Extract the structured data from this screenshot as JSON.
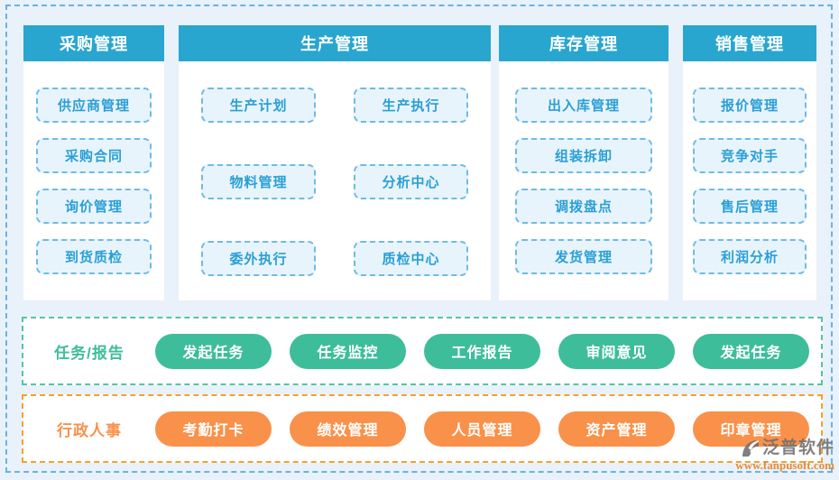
{
  "canvas": {
    "background": "#e9f1fa",
    "outer_border_color": "#69b3e2"
  },
  "modules": {
    "header_color": "#29a6cf",
    "item_fill": "#e8f4fb",
    "item_border": "#6fbbe4",
    "item_text_color": "#2a9fd6",
    "columns": [
      {
        "title": "采购管理",
        "items": [
          "供应商管理",
          "采购合同",
          "询价管理",
          "到货质检"
        ]
      },
      {
        "title": "生产管理",
        "items": [
          "生产计划",
          "生产执行",
          "物料管理",
          "分析中心",
          "委外执行",
          "质检中心"
        ]
      },
      {
        "title": "库存管理",
        "items": [
          "出入库管理",
          "组装拆卸",
          "调拨盘点",
          "发货管理"
        ]
      },
      {
        "title": "销售管理",
        "items": [
          "报价管理",
          "竞争对手",
          "售后管理",
          "利润分析"
        ]
      }
    ]
  },
  "task_section": {
    "label": "任务/报告",
    "accent": "#3ebd9b",
    "border_color": "#55c5a2",
    "buttons": [
      "发起任务",
      "任务监控",
      "工作报告",
      "审阅意见",
      "发起任务"
    ]
  },
  "hr_section": {
    "label": "行政人事",
    "accent": "#f9914a",
    "border_color": "#f5a02c",
    "buttons": [
      "考勤打卡",
      "绩效管理",
      "人员管理",
      "资产管理",
      "印章管理"
    ]
  },
  "watermark": {
    "brand": "泛普软件",
    "url": "www.fanpusoft.com"
  }
}
